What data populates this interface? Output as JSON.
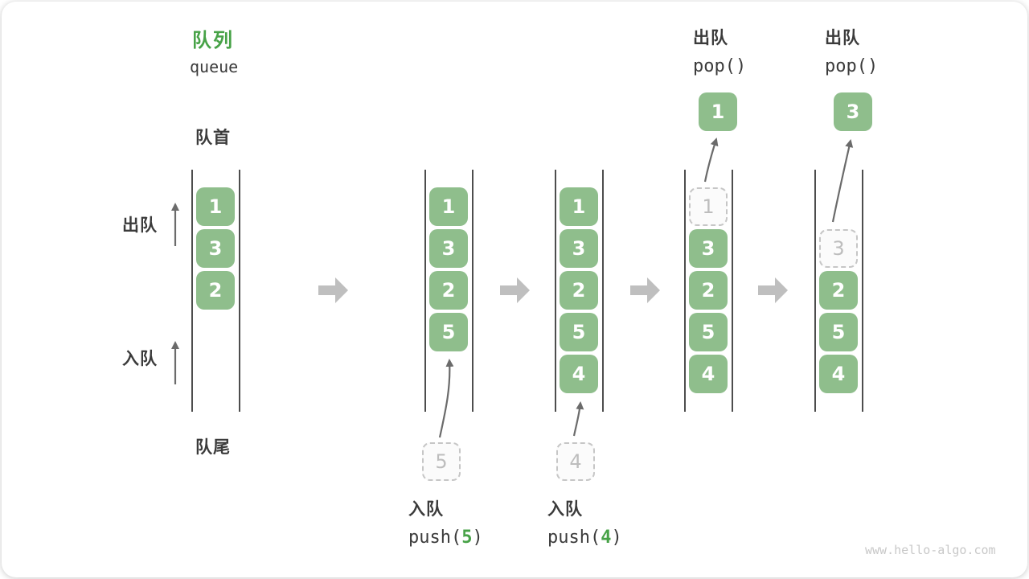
{
  "title": {
    "zh": "队列",
    "en": "queue"
  },
  "side_labels": {
    "front": "队首",
    "rear": "队尾",
    "dequeue": "出队",
    "enqueue": "入队"
  },
  "colors": {
    "accent_green": "#47A247",
    "box_green": "#8FBE8C",
    "block_arrow_gray": "#bfbfbf",
    "thin_arrow_gray": "#6b6b6b",
    "dashed_gray": "#c6c6c6",
    "text_dark": "#3b3b3b"
  },
  "queues": [
    {
      "boxes": [
        {
          "value": "1"
        },
        {
          "value": "3"
        },
        {
          "value": "2"
        }
      ]
    },
    {
      "boxes": [
        {
          "value": "1"
        },
        {
          "value": "3"
        },
        {
          "value": "2"
        },
        {
          "value": "5"
        }
      ]
    },
    {
      "boxes": [
        {
          "value": "1"
        },
        {
          "value": "3"
        },
        {
          "value": "2"
        },
        {
          "value": "5"
        },
        {
          "value": "4"
        }
      ]
    },
    {
      "boxes": [
        {
          "value": "1"
        },
        {
          "value": "3"
        },
        {
          "value": "2"
        },
        {
          "value": "5"
        },
        {
          "value": "4"
        }
      ]
    },
    {
      "boxes": [
        {
          "value": "3"
        },
        {
          "value": "2"
        },
        {
          "value": "5"
        },
        {
          "value": "4"
        }
      ]
    }
  ],
  "operations": {
    "push_5": {
      "label": "入队",
      "code_open": "push(",
      "arg": "5",
      "code_close": ")",
      "staged": "5"
    },
    "push_4": {
      "label": "入队",
      "code_open": "push(",
      "arg": "4",
      "code_close": ")",
      "staged": "4"
    },
    "pop_1": {
      "label": "出队",
      "code": "pop()",
      "result": "1"
    },
    "pop_3": {
      "label": "出队",
      "code": "pop()",
      "result": "3"
    }
  },
  "watermark": "www.hello-algo.com"
}
